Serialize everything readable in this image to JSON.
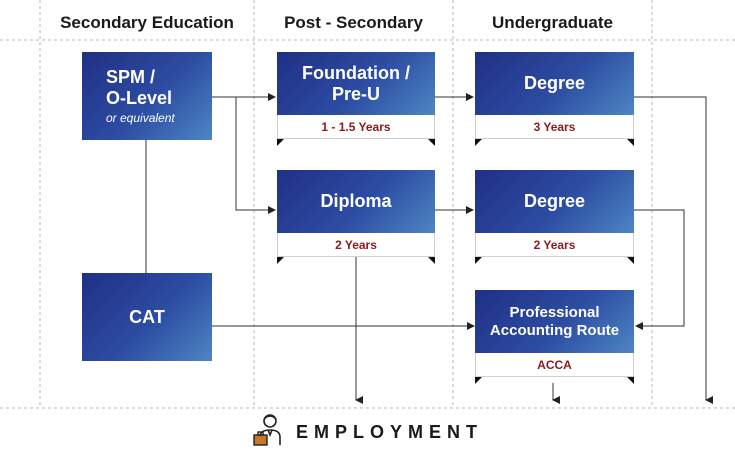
{
  "headers": {
    "secondary": "Secondary Education",
    "post_secondary": "Post - Secondary",
    "undergraduate": "Undergraduate"
  },
  "boxes": {
    "spm": {
      "line1": "SPM /",
      "line2": "O-Level",
      "sub": "or equivalent"
    },
    "cat": {
      "label": "CAT"
    },
    "foundation": {
      "line1": "Foundation /",
      "line2": "Pre-U",
      "duration": "1 - 1.5 Years"
    },
    "diploma": {
      "label": "Diploma",
      "duration": "2 Years"
    },
    "degree_top": {
      "label": "Degree",
      "duration": "3 Years"
    },
    "degree_mid": {
      "label": "Degree",
      "duration": "2 Years"
    },
    "accounting": {
      "line1": "Professional",
      "line2": "Accounting Route",
      "duration": "ACCA"
    }
  },
  "footer": {
    "label": "EMPLOYMENT",
    "icon": "businessman-briefcase-icon"
  },
  "colors": {
    "box_dark": "#1f2f86",
    "box_light": "#4d86c4",
    "duration_text": "#8b1a1a",
    "line": "#333333"
  }
}
